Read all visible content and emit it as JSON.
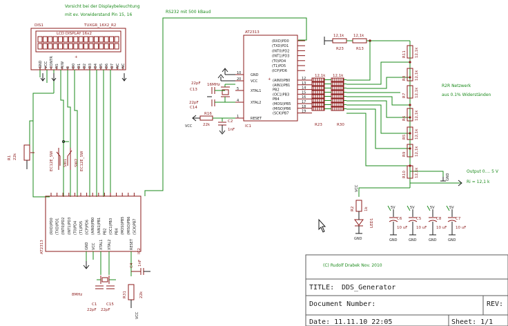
{
  "notes": {
    "display_warning_1": "Vorsicht bei der Displaybeleuchtung",
    "display_warning_2": "mit ev. Vorwiderstand Pin 15, 16",
    "rs232": "RS232 mit 500 kBaud",
    "r2r_1": "R2R Netzwerk",
    "r2r_2": "aus 0.1% Widerständen",
    "output": "Output 0.... 5 V",
    "ri": "Ri = 12,1 k"
  },
  "display": {
    "ref": "DIS1",
    "part": "TUXGR_16X2_R2",
    "title": "LCD DISPLAY 16x2",
    "pins": [
      "GND",
      "VCC",
      "CONTR",
      "RS",
      "R/W",
      "E",
      "D0",
      "D1",
      "D2",
      "D3",
      "D4",
      "D5",
      "D6",
      "D7",
      "NC",
      "NC"
    ]
  },
  "ic1": {
    "ref": "IC1",
    "part": "AT2313",
    "pins_right": [
      "(RXD)PD0",
      "(TXD)PD1",
      "(INT0)PD2",
      "(INT1)PD3",
      "(T0)PD4",
      "(T1)PD5",
      "(ICP)PD6"
    ],
    "pins_left": [
      "GND",
      "VCC",
      "XTAL1",
      "XTAL2",
      "RESET"
    ],
    "pins_left_nums": [
      "10",
      "20",
      "5",
      "4",
      "1"
    ],
    "pins_right_b": [
      "(AIN0)PB0",
      "(AIN1)PB1",
      "PB2",
      "(OC1)PB3",
      "PB4",
      "(MOSI)PB5",
      "(MISO)PB6",
      "(SCK)PB7"
    ],
    "pins_right_b_nums": [
      "12",
      "13",
      "14",
      "15",
      "16",
      "17",
      "18",
      "19"
    ]
  },
  "ic2": {
    "ref": "IC2",
    "part": "AT2313",
    "pins_top": [
      "(RXD)PD0",
      "(TXD)PD1",
      "(INT0)PD2",
      "(INT1)PD3",
      "(T0)PD4",
      "(T1)PD5",
      "(ICP)PD6",
      "(AIN0)PB0",
      "(AIN1)PB1",
      "PB2",
      "(OC1)PB3",
      "PB4",
      "(MOSI)PB5",
      "(MISO)PB6",
      "(SCK)PB7"
    ],
    "pins_bottom": [
      "GND",
      "VCC",
      "XTAL1",
      "XTAL2",
      "RESET"
    ]
  },
  "parts": {
    "r1": "R1",
    "r1v": "22k",
    "s1": "EC12E_SW",
    "s1b": "SW1",
    "s2": "EC12E_SW",
    "s2b": "SW2",
    "q1": "16MHz",
    "c13": "C13",
    "c13v": "22pF",
    "c14": "C14",
    "c14v": "22pF",
    "r16": "R16",
    "r16v": "22k",
    "vcc1": "VCC",
    "c2": "C2",
    "c2v": "1nF",
    "r2r_top": [
      "12,1k",
      "12,1k"
    ],
    "r2r_top_refs": [
      "R23",
      "R13"
    ],
    "r2r_bank_vals": [
      "12,1k",
      "12,1k"
    ],
    "r2r_bank_refs": [
      "R23",
      "R30"
    ],
    "ladder": [
      "R11",
      "R8",
      "R7",
      "R6",
      "R5",
      "R9",
      "R10"
    ],
    "ladder_val": "12,1k",
    "q2": "8MHz",
    "c1": "C1",
    "c1v": "22pF",
    "c15": "C15",
    "c15v": "22pF",
    "r31": "R31",
    "r31v": "22k",
    "c4": "C4",
    "c4v": "1nF",
    "gnd": "GND",
    "vcc": "VCC",
    "fivev": "5V",
    "r2": "R2",
    "r2v": "1k",
    "led": "LED1",
    "caps": [
      "C6",
      "C5",
      "C8",
      "C7"
    ],
    "cap_val": "10 uF"
  },
  "titleblock": {
    "author": "(C) Rudolf Drabek  Nov. 2010",
    "title_label": "TITLE:",
    "title_value": "DDS_Generator",
    "docnum_label": "Document Number:",
    "rev_label": "REV:",
    "date": "Date: 11.11.10 22:05",
    "sheet": "Sheet: 1/1"
  }
}
